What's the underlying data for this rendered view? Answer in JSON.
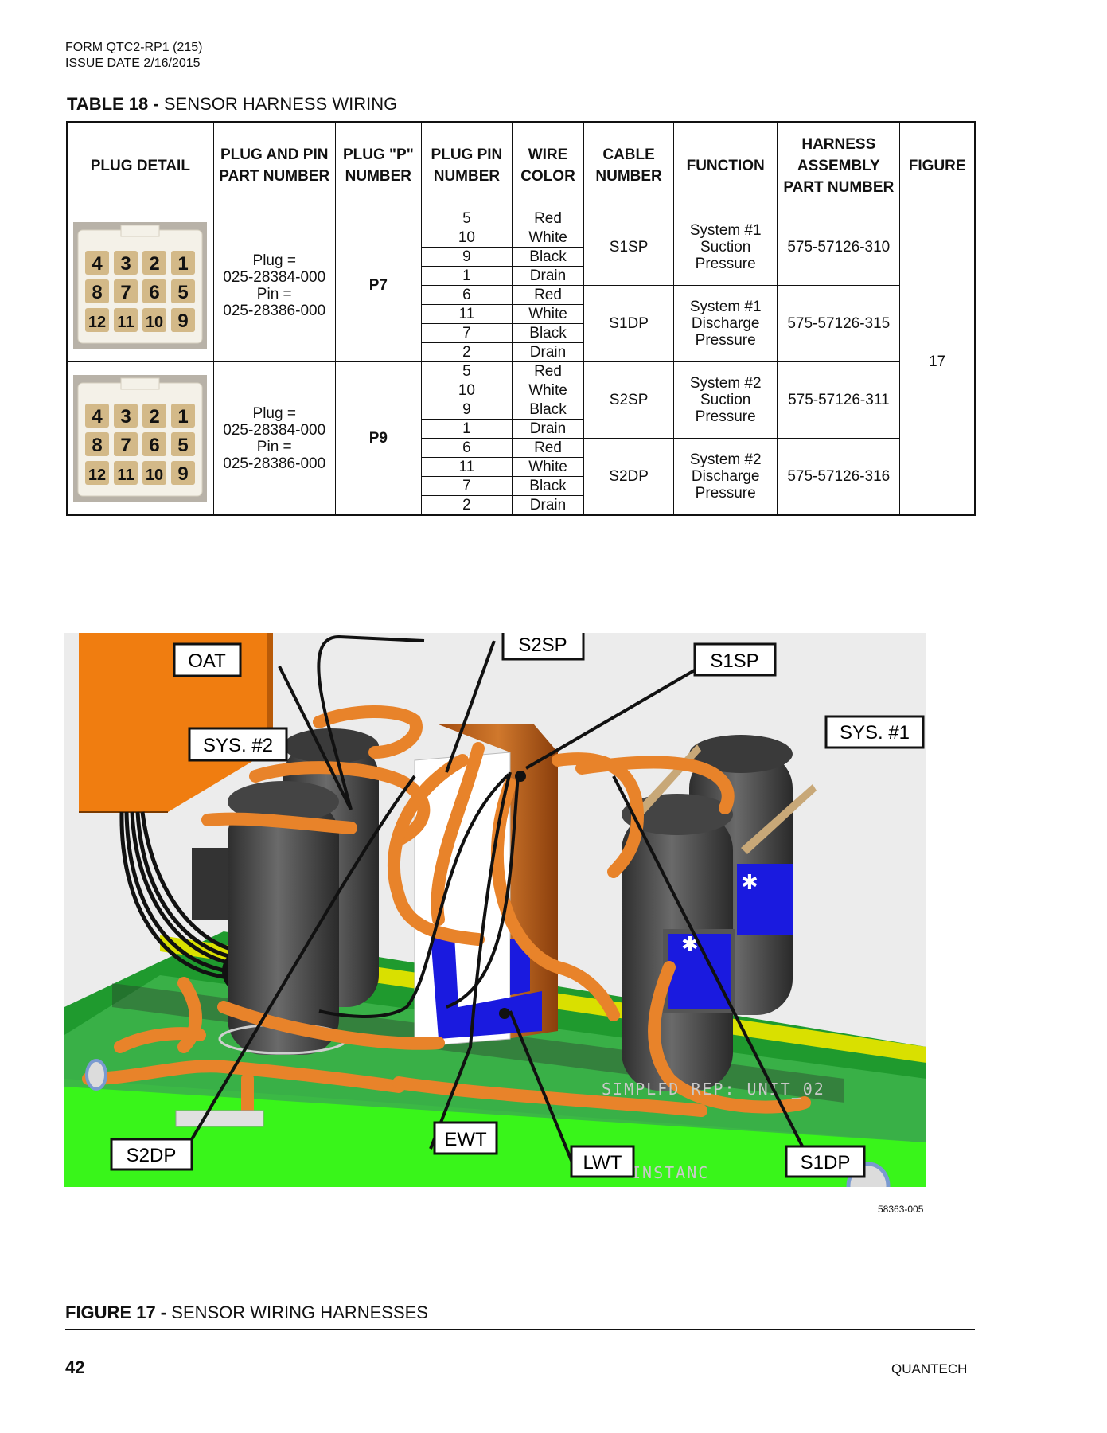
{
  "header": {
    "form": "FORM QTC2-RP1 (215)",
    "issue": "ISSUE DATE 2/16/2015"
  },
  "table": {
    "caption_bold": "TABLE 18 -",
    "caption_text": "SENSOR HARNESS WIRING",
    "columns": [
      "PLUG DETAIL",
      "PLUG AND PIN PART NUMBER",
      "PLUG \"P\" NUMBER",
      "PLUG PIN NUMBER",
      "WIRE COLOR",
      "CABLE NUMBER",
      "FUNCTION",
      "HARNESS ASSEMBLY PART NUMBER",
      "FIGURE"
    ],
    "plug_grid": [
      [
        "4",
        "3",
        "2",
        "1"
      ],
      [
        "8",
        "7",
        "6",
        "5"
      ],
      [
        "12",
        "11",
        "10",
        "9"
      ]
    ],
    "groups": [
      {
        "plug_part": [
          "Plug =",
          "025-28384-000",
          "Pin =",
          "025-28386-000"
        ],
        "p_number": "P7",
        "cables": [
          {
            "cable": "S1SP",
            "function": [
              "System #1",
              "Suction",
              "Pressure"
            ],
            "harness": "575-57126-310",
            "pins": [
              [
                "5",
                "Red"
              ],
              [
                "10",
                "White"
              ],
              [
                "9",
                "Black"
              ],
              [
                "1",
                "Drain"
              ]
            ]
          },
          {
            "cable": "S1DP",
            "function": [
              "System #1",
              "Discharge",
              "Pressure"
            ],
            "harness": "575-57126-315",
            "pins": [
              [
                "6",
                "Red"
              ],
              [
                "11",
                "White"
              ],
              [
                "7",
                "Black"
              ],
              [
                "2",
                "Drain"
              ]
            ]
          }
        ]
      },
      {
        "plug_part": [
          "Plug =",
          "025-28384-000",
          "Pin =",
          "025-28386-000"
        ],
        "p_number": "P9",
        "cables": [
          {
            "cable": "S2SP",
            "function": [
              "System #2",
              "Suction",
              "Pressure"
            ],
            "harness": "575-57126-311",
            "pins": [
              [
                "5",
                "Red"
              ],
              [
                "10",
                "White"
              ],
              [
                "9",
                "Black"
              ],
              [
                "1",
                "Drain"
              ]
            ]
          },
          {
            "cable": "S2DP",
            "function": [
              "System #2",
              "Discharge",
              "Pressure"
            ],
            "harness": "575-57126-316",
            "pins": [
              [
                "6",
                "Red"
              ],
              [
                "11",
                "White"
              ],
              [
                "7",
                "Black"
              ],
              [
                "2",
                "Drain"
              ]
            ]
          }
        ]
      }
    ],
    "figure_ref": "17"
  },
  "figure": {
    "callouts": {
      "oat": "OAT",
      "s2sp": "S2SP",
      "s1sp": "S1SP",
      "sys2": "SYS. #2",
      "sys1": "SYS. #1",
      "s2dp": "S2DP",
      "ewt": "EWT",
      "lwt": "LWT",
      "s1dp": "S1DP"
    },
    "drawing_number": "58363-005",
    "watermark": "SIMPLFD REP: UNIT_02",
    "watermark2": "INSTANC",
    "caption_bold": "FIGURE 17 -",
    "caption_text": "SENSOR WIRING HARNESSES"
  },
  "footer": {
    "page": "42",
    "brand": "QUANTECH"
  },
  "colors": {
    "copper": "#e8832a",
    "compressor": "#4a4a4a",
    "panel": "#f07d10",
    "base_green": "#2fae3c",
    "bright_green": "#38ff10",
    "blue": "#1a1adf"
  }
}
